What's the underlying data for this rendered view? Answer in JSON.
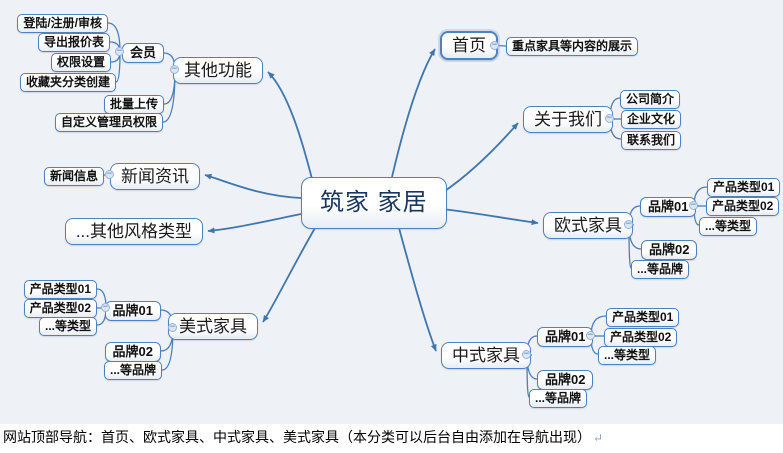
{
  "app": {
    "background_color": "#eef1f6",
    "accent_color": "#4f81bd",
    "line_color": "#3f76ad"
  },
  "center": {
    "label": "筑家 家居"
  },
  "branches": {
    "other_functions": {
      "label": "其他功能",
      "member": {
        "label": "会员",
        "children": {
          "login": "登陆/注册/审核",
          "export_quotes": "导出报价表",
          "permission_settings": "权限设置",
          "favorites_category": "收藏夹分类创建"
        }
      },
      "batch_upload": "批量上传",
      "custom_admin_rights": "自定义管理员权限"
    },
    "news": {
      "label": "新闻资讯",
      "news_info": "新闻信息"
    },
    "other_styles": {
      "label": "...其他风格类型"
    },
    "american": {
      "label": "美式家具",
      "brand01": {
        "label": "品牌01",
        "type01": "产品类型01",
        "type02": "产品类型02",
        "more_types": "...等类型"
      },
      "brand02": "品牌02",
      "more_brands": "...等品牌"
    },
    "home": {
      "label": "首页",
      "highlight": "重点家具等内容的展示"
    },
    "about": {
      "label": "关于我们",
      "company_profile": "公司简介",
      "corporate_culture": "企业文化",
      "contact_us": "联系我们"
    },
    "european": {
      "label": "欧式家具",
      "brand01": {
        "label": "品牌01",
        "type01": "产品类型01",
        "type02": "产品类型02",
        "more_types": "...等类型"
      },
      "brand02": "品牌02",
      "more_brands": "...等品牌"
    },
    "chinese": {
      "label": "中式家具",
      "brand01": {
        "label": "品牌01",
        "type01": "产品类型01",
        "type02": "产品类型02",
        "more_types": "...等类型"
      },
      "brand02": "品牌02",
      "more_brands": "...等品牌"
    }
  },
  "icons": {
    "collapse_minus": "−",
    "return_mark": "↵"
  },
  "footer": {
    "note": "网站顶部导航：首页、欧式家具、中式家具、美式家具（本分类可以后台自由添加在导航出现）"
  }
}
